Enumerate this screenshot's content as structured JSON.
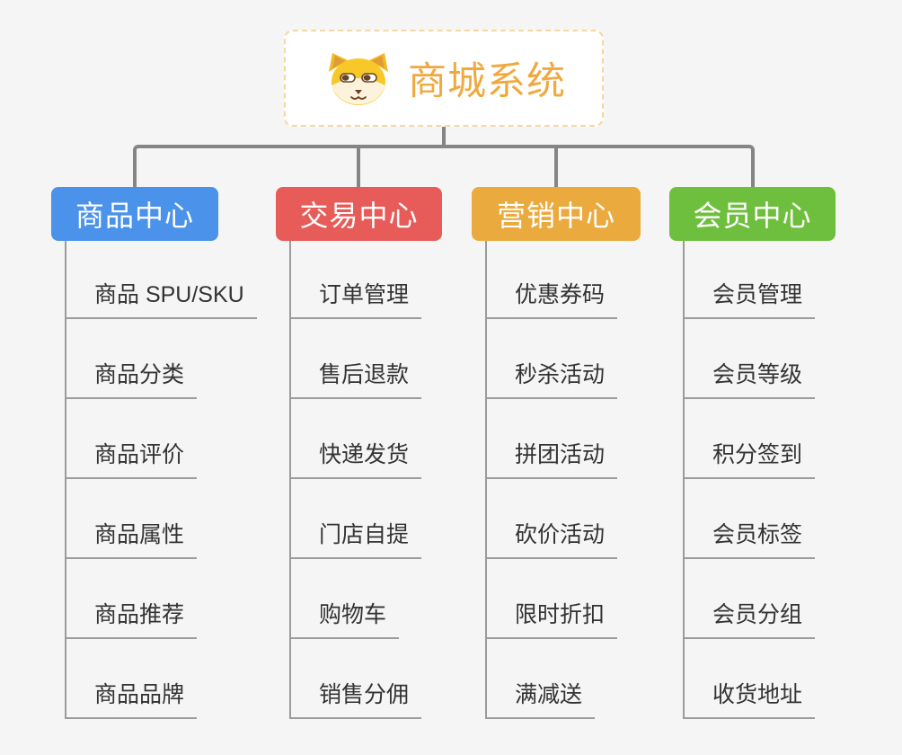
{
  "root": {
    "title": "商城系统",
    "icon": "dog-face-icon"
  },
  "branches": [
    {
      "label": "商品中心",
      "color": "#4a92ea",
      "children": [
        "商品 SPU/SKU",
        "商品分类",
        "商品评价",
        "商品属性",
        "商品推荐",
        "商品品牌"
      ]
    },
    {
      "label": "交易中心",
      "color": "#e75b58",
      "children": [
        "订单管理",
        "售后退款",
        "快递发货",
        "门店自提",
        "购物车",
        "销售分佣"
      ]
    },
    {
      "label": "营销中心",
      "color": "#ebaa3e",
      "children": [
        "优惠券码",
        "秒杀活动",
        "拼团活动",
        "砍价活动",
        "限时折扣",
        "满减送"
      ]
    },
    {
      "label": "会员中心",
      "color": "#6fbf3e",
      "children": [
        "会员管理",
        "会员等级",
        "积分签到",
        "会员标签",
        "会员分组",
        "收货地址"
      ]
    }
  ],
  "colors": {
    "background": "#f5f5f5",
    "connector": "#858585",
    "child_line": "#9b9b9b",
    "child_text": "#333333",
    "root_border": "#f5d7a0",
    "root_text": "#f0a93f"
  }
}
